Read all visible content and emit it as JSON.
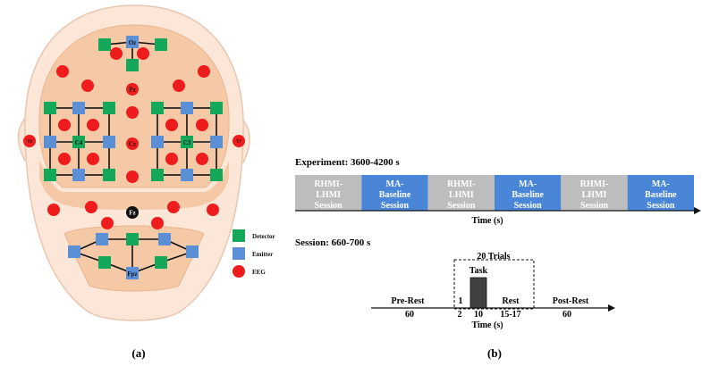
{
  "montage": {
    "electrode_labels": {
      "oz": "Oz",
      "pz": "Pz",
      "c4": "C4",
      "c3": "C3",
      "cz": "Cz",
      "fz": "Fz",
      "fpz": "Fpz",
      "t8": "T8",
      "t7": "T7"
    },
    "legend": [
      {
        "label": "Detector",
        "color": "#14a85a",
        "shape": "square"
      },
      {
        "label": "Emitter",
        "color": "#5b8fd6",
        "shape": "square"
      },
      {
        "label": "EEG",
        "color": "#ee1c1c",
        "shape": "circle"
      }
    ],
    "colors": {
      "head_fill": "#fbe6d8",
      "scalp_fill": "#f6c9a6",
      "outline": "#e8c6b0",
      "detector": "#14a85a",
      "emitter": "#5b8fd6",
      "eeg": "#ee1c1c"
    }
  },
  "experiment": {
    "title": "Experiment: 3600-4200 s",
    "blocks": [
      {
        "lines": [
          "RHMI-",
          "LHMI",
          "Session"
        ],
        "color": "#bdbdbd"
      },
      {
        "lines": [
          "MA-",
          "Baseline",
          "Session"
        ],
        "color": "#4a86d8"
      },
      {
        "lines": [
          "RHMI-",
          "LHMI",
          "Session"
        ],
        "color": "#bdbdbd"
      },
      {
        "lines": [
          "MA-",
          "Baseline",
          "Session"
        ],
        "color": "#4a86d8"
      },
      {
        "lines": [
          "RHMI-",
          "LHMI",
          "Session"
        ],
        "color": "#bdbdbd"
      },
      {
        "lines": [
          "MA-",
          "Baseline",
          "Session"
        ],
        "color": "#4a86d8"
      }
    ],
    "axis_label": "Time (s)"
  },
  "session": {
    "title": "Session: 660-700 s",
    "trials_label": "20 Trials",
    "task_label": "Task",
    "pre_rest_label": "Pre-Rest",
    "pre_rest_value": "60",
    "one_label": "1",
    "two_label": "2",
    "ten_label": "10",
    "rest_label": "Rest",
    "rest_value": "15-17",
    "post_rest_label": "Post-Rest",
    "post_rest_value": "60",
    "axis_label": "Time (s)",
    "task_color": "#404040"
  },
  "captions": {
    "a": "(a)",
    "b": "(b)"
  }
}
